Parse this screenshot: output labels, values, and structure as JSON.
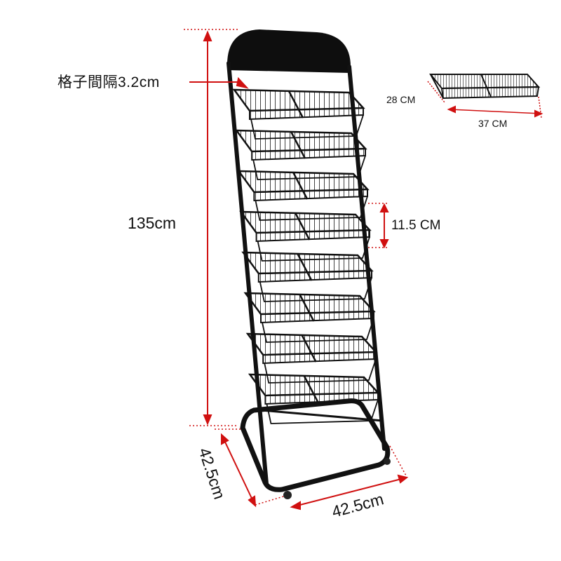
{
  "labels": {
    "spacing": "格子間隔3.2cm",
    "height": "135cm",
    "tier_gap": "11.5 CM",
    "basket_depth": "28 CM",
    "basket_width": "37 CM",
    "base_depth": "42.5cm",
    "base_width": "42.5cm"
  },
  "colors": {
    "frame": "#111111",
    "dimension_line": "#d01010",
    "background": "#ffffff"
  },
  "product": {
    "description_icon": "wire-display-rack",
    "tiers": 8
  }
}
